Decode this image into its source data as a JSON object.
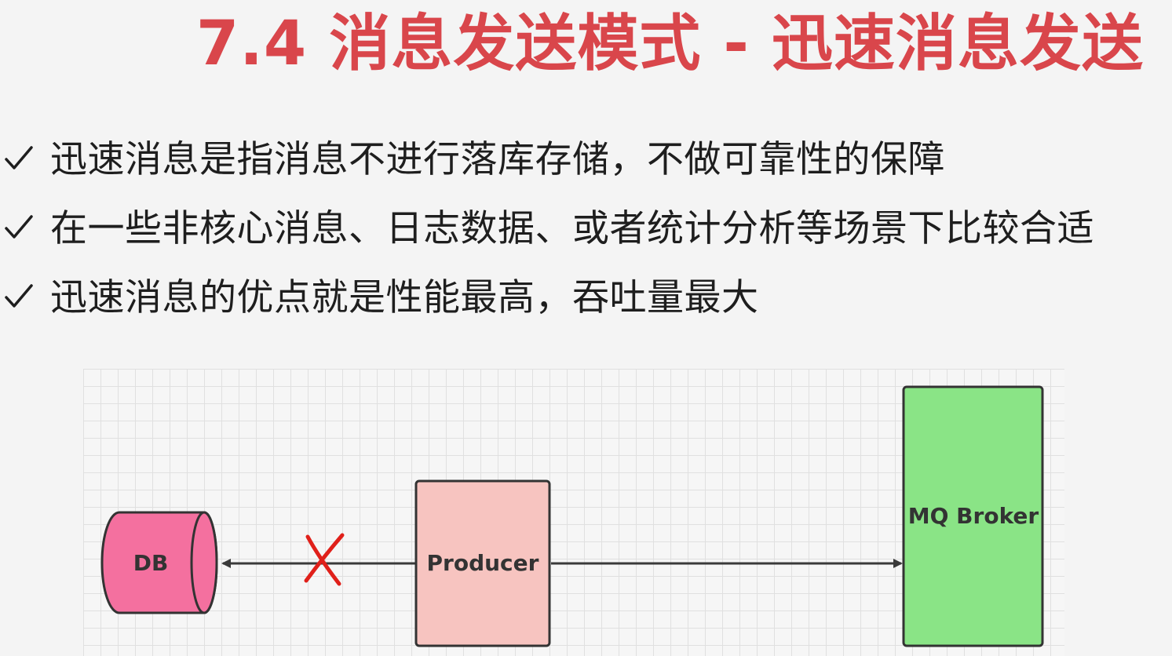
{
  "slide": {
    "title": "7.4 消息发送模式 - 迅速消息发送",
    "bullets": [
      {
        "icon": "checkmark-icon",
        "text": "迅速消息是指消息不进行落库存储，不做可靠性的保障"
      },
      {
        "icon": "checkmark-icon",
        "text": "在一些非核心消息、日志数据、或者统计分析等场景下比较合适"
      },
      {
        "icon": "checkmark-icon",
        "text": "迅速消息的优点就是性能最高，吞吐量最大"
      }
    ]
  },
  "diagram": {
    "nodes": {
      "db": {
        "label": "DB",
        "shape": "cylinder",
        "fill": "#f4709f",
        "stroke": "#333333"
      },
      "producer": {
        "label": "Producer",
        "shape": "rectangle",
        "fill": "#f7c4c0",
        "stroke": "#333333"
      },
      "broker": {
        "label": "MQ Broker",
        "shape": "rectangle",
        "fill": "#8ae486",
        "stroke": "#333333"
      }
    },
    "edges": [
      {
        "from": "producer",
        "to": "db",
        "blocked": true,
        "blocked_icon": "cross-mark-icon"
      },
      {
        "from": "producer",
        "to": "broker",
        "blocked": false
      }
    ],
    "colors": {
      "title": "#d9464b",
      "cross": "#e0201a",
      "grid": "#e0e0e0",
      "edge": "#3a3a3a"
    }
  }
}
